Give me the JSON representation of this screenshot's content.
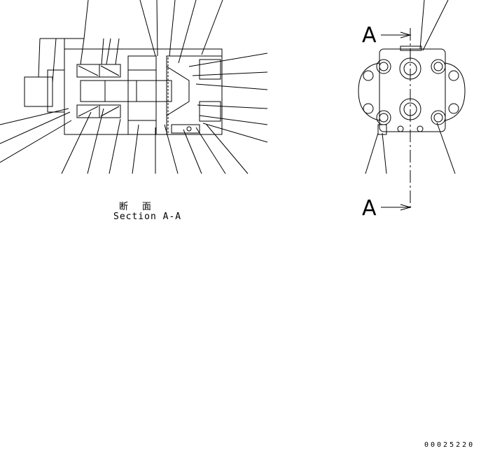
{
  "caption": {
    "jp": "断 面",
    "en": "Section A-A"
  },
  "section_marks": {
    "top": "A",
    "bottom": "A"
  },
  "drawing_number": "00025220"
}
